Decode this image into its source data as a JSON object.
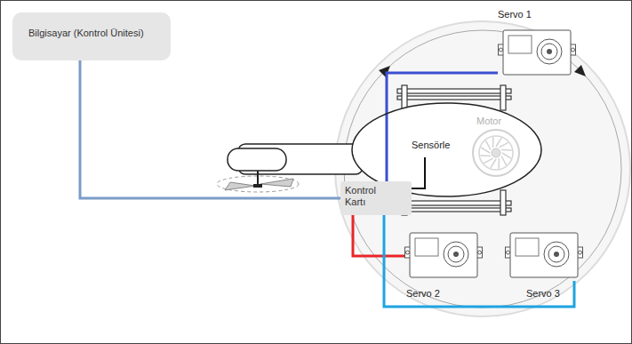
{
  "diagram": {
    "nodes": [
      {
        "text": [
          "Bilgisayar (Kontrol Ünitesi)"
        ]
      },
      {
        "text": [
          "Servo 1"
        ]
      },
      {
        "text": [
          "Sensörle"
        ]
      },
      {
        "text": [
          "Kontrol Kartı"
        ]
      },
      {
        "text": [
          "Servo 2"
        ]
      },
      {
        "text": [
          "Servo 3"
        ]
      }
    ],
    "edges": [
      {
        "from": 0,
        "to": 3,
        "arrow": "none"
      },
      {
        "from": 3,
        "to": 1,
        "arrow": "none"
      },
      {
        "from": 3,
        "to": 4,
        "arrow": "none"
      },
      {
        "from": 3,
        "to": 5,
        "arrow": "none"
      },
      {
        "from": 2,
        "to": 3,
        "arrow": "none"
      }
    ],
    "labels": [
      "Motor"
    ]
  }
}
